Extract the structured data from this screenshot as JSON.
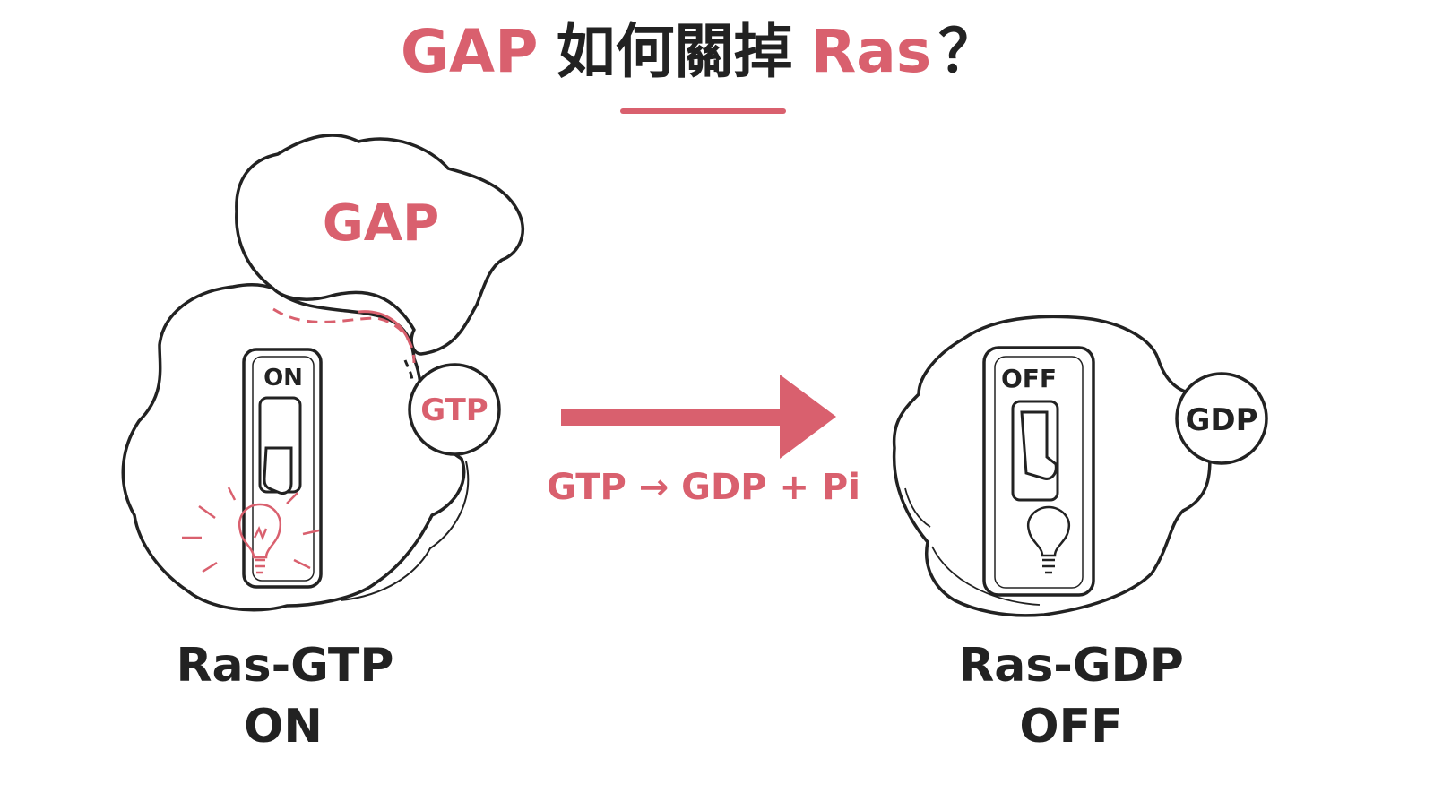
{
  "title": {
    "part1": "GAP",
    "part2": "如何關掉",
    "part3": "Ras",
    "part4": "？"
  },
  "left": {
    "cloud_label": "GAP",
    "switch_label": "ON",
    "nucleotide": "GTP",
    "caption_name": "Ras-GTP",
    "caption_state": "ON"
  },
  "reaction": {
    "label": "GTP → GDP + Pi"
  },
  "right": {
    "switch_label": "OFF",
    "nucleotide": "GDP",
    "caption_name": "Ras-GDP",
    "caption_state": "OFF"
  },
  "colors": {
    "accent": "#d9606e",
    "ink": "#222222",
    "background": "#ffffff"
  },
  "icons": {
    "on_bulb": "lightbulb-lit-icon",
    "off_bulb": "lightbulb-unlit-icon",
    "arrow": "arrow-right-icon"
  }
}
